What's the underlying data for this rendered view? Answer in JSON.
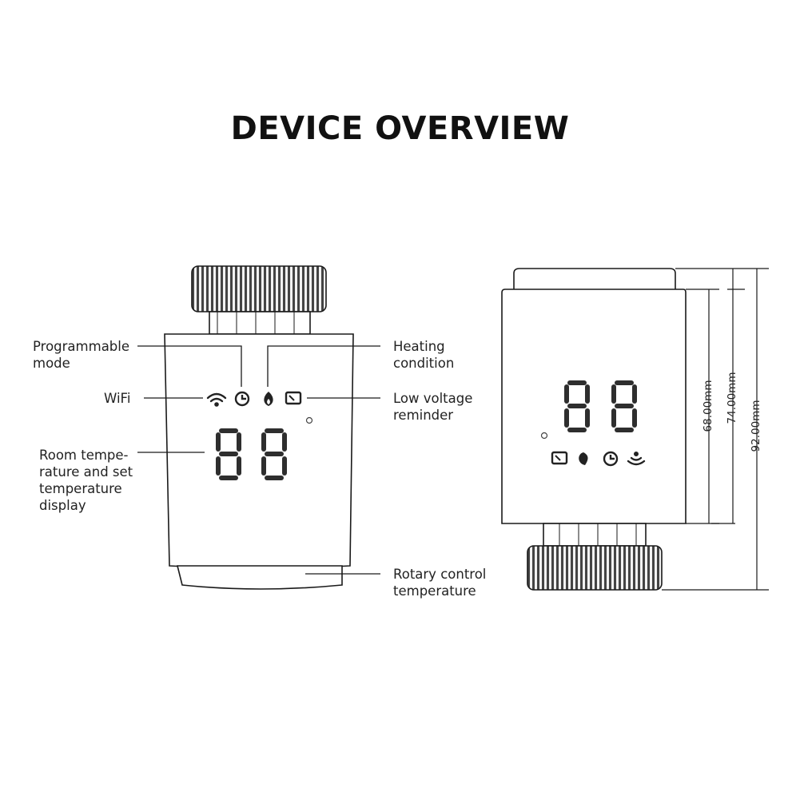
{
  "title": "DEVICE OVERVIEW",
  "callouts": {
    "programmable_mode": "Programmable\nmode",
    "wifi": "WiFi",
    "room_temperature": "Room tempe-\nrature and set\ntemperature\ndisplay",
    "heating_condition": "Heating\ncondition",
    "low_voltage": "Low voltage\nreminder",
    "rotary_control": "Rotary control\ntemperature"
  },
  "dimensions": {
    "body_height": "68.00mm",
    "housing_height": "74.00mm",
    "total_height": "92.00mm"
  },
  "display_digits": "88",
  "colors": {
    "line": "#1a1a1a",
    "segment": "#2a2a2a",
    "knob": "#3a3a3a"
  },
  "icons": [
    "wifi-icon",
    "clock-icon",
    "flame-icon",
    "battery-icon",
    "leaf-icon",
    "signal-icon"
  ]
}
